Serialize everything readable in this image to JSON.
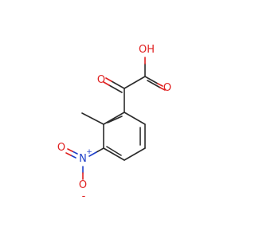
{
  "molecule": {
    "atoms": {
      "hydroxyl": "OH",
      "carboxyl_oxygen": "O",
      "keto_oxygen": "O",
      "nitro_nitrogen": "N",
      "nitro_charge_plus": "+",
      "nitro_oxygen_double": "O",
      "nitro_oxygen_single": "O",
      "nitro_charge_minus": "-"
    },
    "colors": {
      "carbon_bond": "#2b2b2b",
      "oxygen": "#e02020",
      "nitrogen": "#2040c8"
    }
  }
}
